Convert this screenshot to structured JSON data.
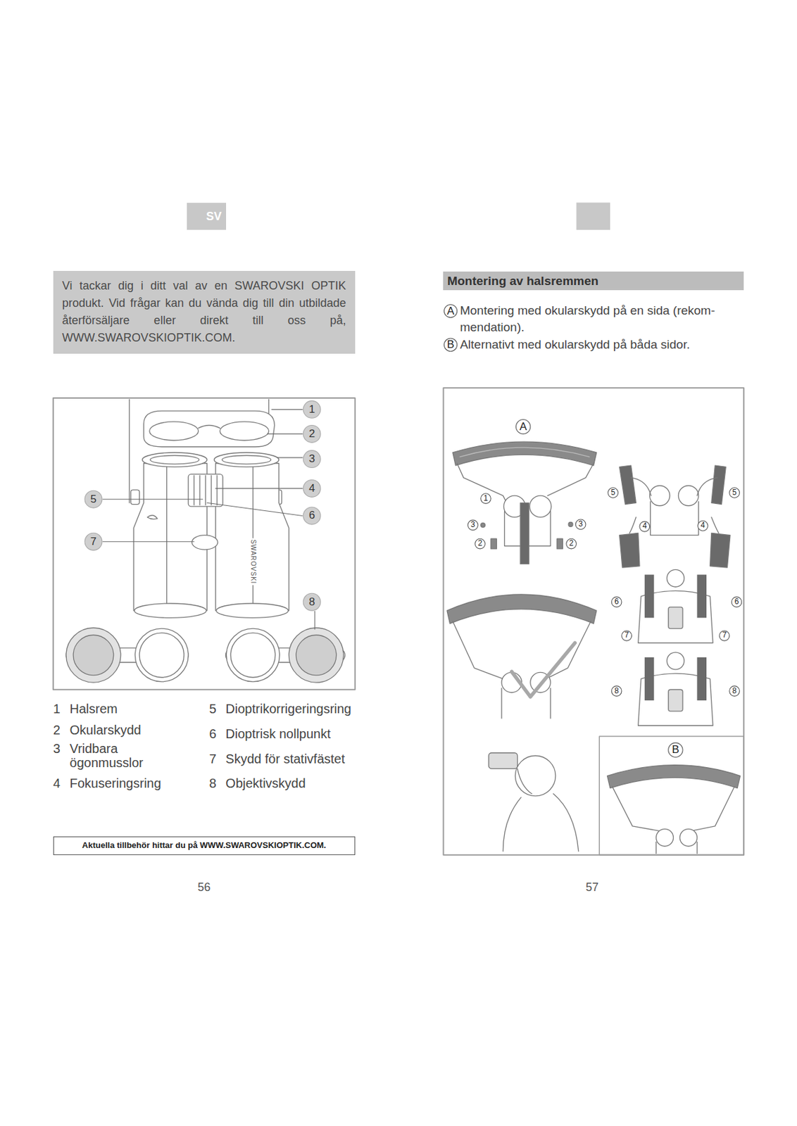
{
  "diagram": {
    "nodes": [
      {
        "text": [
          "SV"
        ]
      },
      {
        "text": [
          "Vi tackar dig i ditt val av en SWAROVSKI OPTIK produkt. Vid frågar kan du vända dig till din utbildade återförsäljare eller direkt till oss på, WWW.SWAROVSKIOPTIK.COM."
        ]
      },
      {
        "text": [
          "Aktuella tillbehör hittar du på WWW.SWAROVSKIOPTIK.COM."
        ]
      },
      {
        "text": [
          "Montering av halsremmen"
        ]
      }
    ],
    "labels": [
      "A",
      "Montering med okularskydd på en sida (rekom- mendation).",
      "B",
      "Alternativt med okularskydd på båda sidor.",
      "1",
      "2",
      "3",
      "4",
      "5",
      "6",
      "7",
      "8",
      "SWAROVSKI",
      "1",
      "Halsrem",
      "2",
      "Okularskydd",
      "3",
      "Vridbara ögonmusslor",
      "4",
      "Fokuseringsring",
      "5",
      "Dioptrikorrigeringsring",
      "6",
      "Dioptrisk nollpunkt",
      "7",
      "Skydd för stativfästet",
      "8",
      "Objektivskydd",
      "56",
      "57",
      "A",
      "1",
      "3",
      "2",
      "3",
      "2",
      "5",
      "5",
      "4",
      "4",
      "6",
      "6",
      "7",
      "7",
      "8",
      "8",
      "B"
    ]
  }
}
